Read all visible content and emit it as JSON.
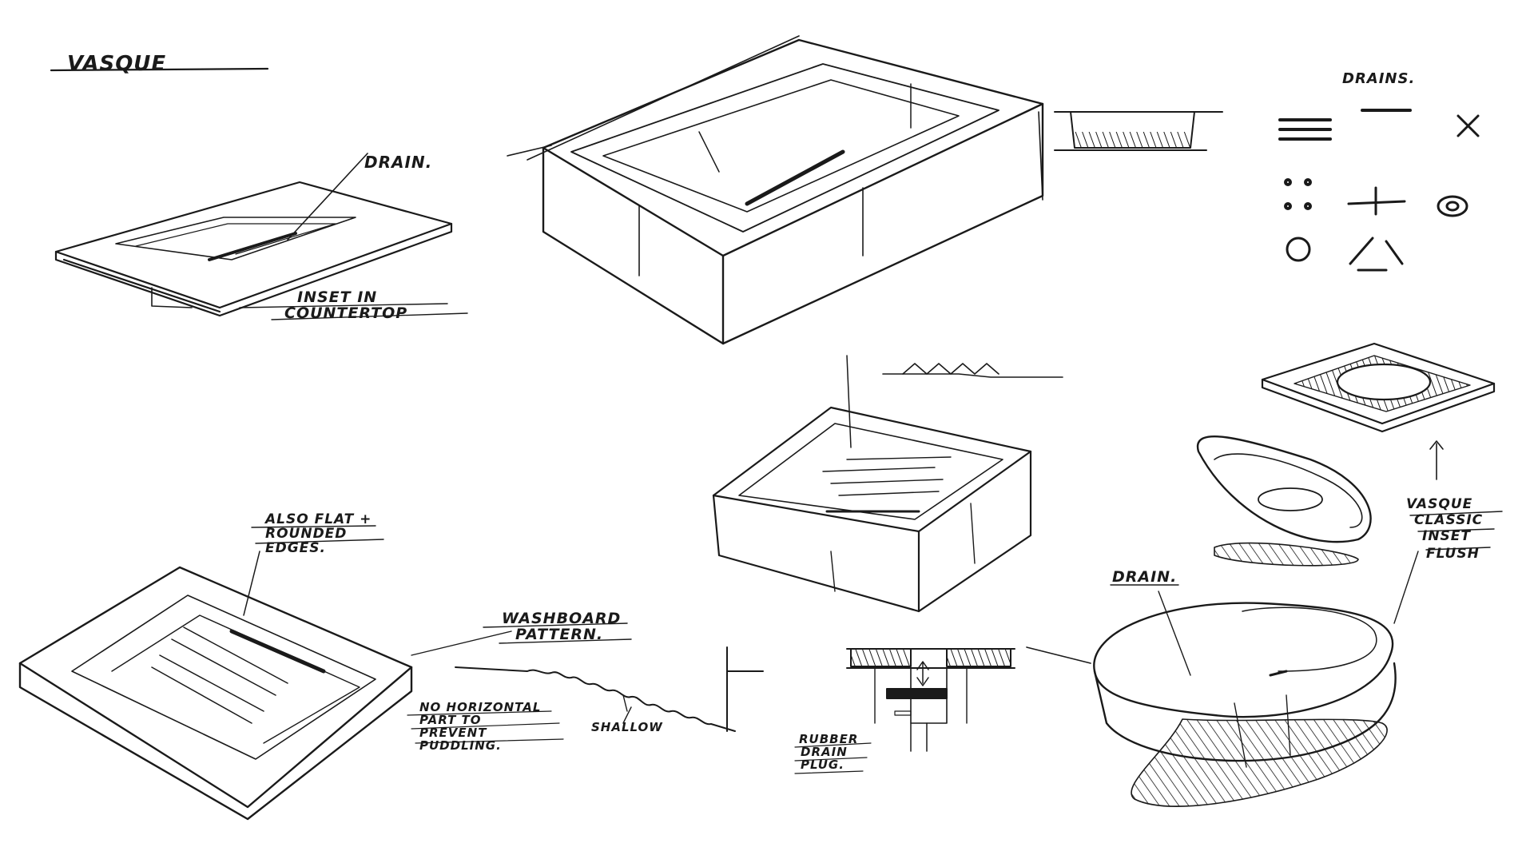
{
  "labels": {
    "title": "VASQUE",
    "drain_top_left": "DRAIN.",
    "inset_line1": "INSET IN",
    "inset_line2": "COUNTERTOP",
    "drains_heading": "DRAINS.",
    "also_flat_1": "ALSO FLAT +",
    "also_flat_2": "ROUNDED",
    "also_flat_3": "EDGES.",
    "washboard_1": "WASHBOARD",
    "washboard_2": "PATTERN.",
    "no_horizontal_1": "NO HORIZONTAL",
    "no_horizontal_2": "PART TO",
    "no_horizontal_3": "PREVENT",
    "no_horizontal_4": "PUDDLING.",
    "shallow": "SHALLOW",
    "rubber_1": "RUBBER",
    "rubber_2": "DRAIN",
    "rubber_3": "PLUG.",
    "drain_oval": "DRAIN.",
    "vasque_classic_1": "VASQUE",
    "vasque_classic_2": "CLASSIC",
    "vasque_classic_3": "INSET",
    "vasque_classic_4": "FLUSH"
  },
  "colors": {
    "ink": "#1a1a1a",
    "paper": "#ffffff"
  }
}
